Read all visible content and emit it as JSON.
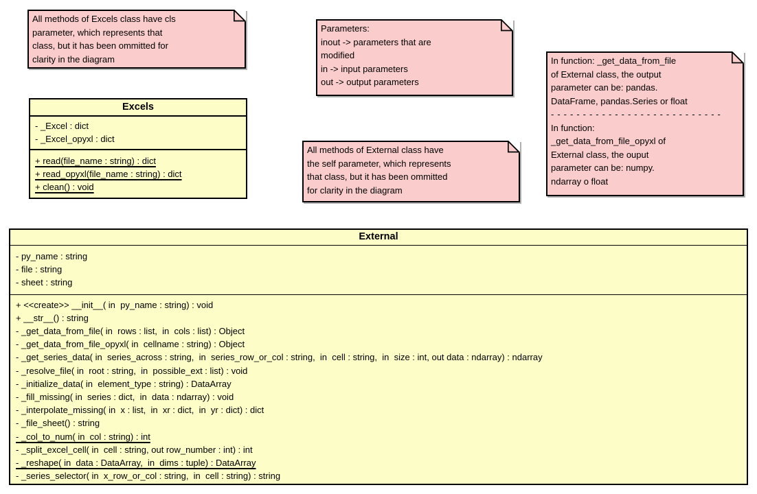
{
  "colors": {
    "note_background": "#FACCCC",
    "class_background": "#FDFDC8",
    "border": "#000000",
    "shadow": "#B0B0B0"
  },
  "notes": [
    {
      "text": "All methods of Excels class have cls\nparameter, which represents that\nclass, but it has been ommitted for\nclarity in the diagram"
    },
    {
      "text": "Parameters:\ninout -> parameters that are\nmodified\nin -> input parameters\nout -> output parameters"
    },
    {
      "text_top": "In function: _get_data_from_file\nof External class, the output\nparameter can be: pandas.\nDataFrame, pandas.Series or float",
      "separator": "---------------------------",
      "text_bottom": "In function:\n_get_data_from_file_opyxl of\nExternal class, the ouput\nparameter can be: numpy.\nndarray o float"
    },
    {
      "text": "All methods of External class have\nthe self parameter, which represents\nthat class, but it has been ommitted\nfor clarity in the diagram"
    }
  ],
  "classes": [
    {
      "name": "Excels",
      "attributes": [
        "- _Excel : dict",
        "- _Excel_opyxl : dict"
      ],
      "methods": [
        {
          "text": "+ read(file_name : string) : dict",
          "underline": true
        },
        {
          "text": "+ read_opyxl(file_name : string) : dict",
          "underline": true
        },
        {
          "text": "+ clean() : void",
          "underline": true
        }
      ]
    },
    {
      "name": "External",
      "attributes": [
        "- py_name : string",
        "- file : string",
        "- sheet : string"
      ],
      "methods": [
        {
          "text": "+ <<create>> __init__( in  py_name : string) : void",
          "underline": false
        },
        {
          "text": "+ __str__() : string",
          "underline": false
        },
        {
          "text": "- _get_data_from_file( in  rows : list,  in  cols : list) : Object",
          "underline": false
        },
        {
          "text": "- _get_data_from_file_opyxl( in  cellname : string) : Object",
          "underline": false
        },
        {
          "text": "- _get_series_data( in  series_across : string,  in  series_row_or_col : string,  in  cell : string,  in  size : int, out data : ndarray) : ndarray",
          "underline": false
        },
        {
          "text": "- _resolve_file( in  root : string,  in  possible_ext : list) : void",
          "underline": false
        },
        {
          "text": "- _initialize_data( in  element_type : string) : DataArray",
          "underline": false
        },
        {
          "text": "- _fill_missing( in  series : dict,  in  data : ndarray) : void",
          "underline": false
        },
        {
          "text": "- _interpolate_missing( in  x : list,  in  xr : dict,  in  yr : dict) : dict",
          "underline": false
        },
        {
          "text": "- _file_sheet() : string",
          "underline": false
        },
        {
          "text": "- _col_to_num( in  col : string) : int",
          "underline": true
        },
        {
          "text": "- _split_excel_cell( in  cell : string, out row_number : int) : int",
          "underline": false
        },
        {
          "text": "- _reshape( in  data : DataArray,  in  dims : tuple) : DataArray",
          "underline": true
        },
        {
          "text": "- _series_selector( in  x_row_or_col : string,  in  cell : string) : string",
          "underline": false
        }
      ]
    }
  ]
}
